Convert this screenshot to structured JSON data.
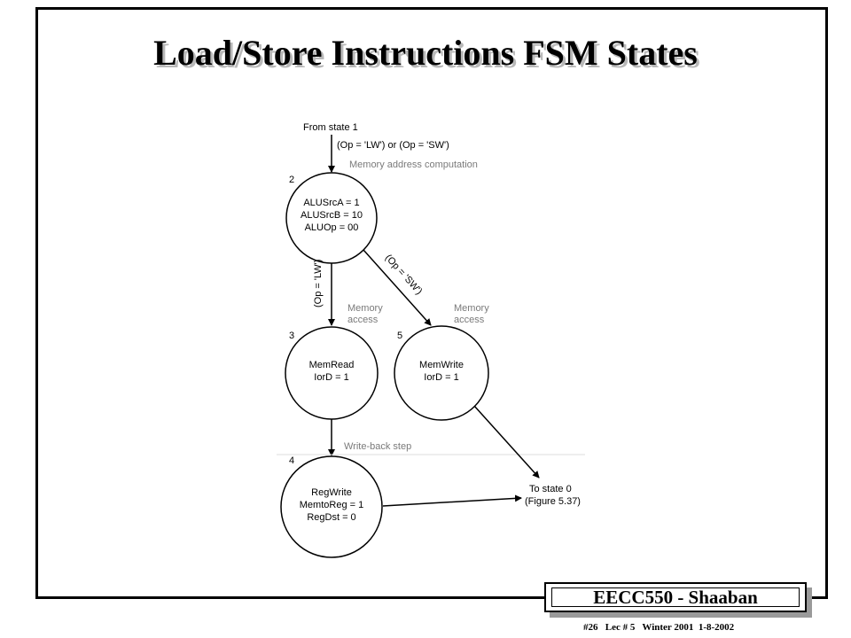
{
  "slide": {
    "title": "Load/Store Instructions FSM States",
    "badge": "EECC550  - Shaaban",
    "footer": "#26   Lec # 5   Winter 2001  1-8-2002"
  },
  "diagram": {
    "entry": {
      "from_label": "From state 1",
      "condition": "(Op = 'LW') or (Op = 'SW')",
      "note": "Memory address computation"
    },
    "states": [
      {
        "number": "2",
        "lines": [
          "ALUSrcA = 1",
          "ALUSrcB = 10",
          "ALUOp = 00"
        ]
      },
      {
        "number": "3",
        "lines": [
          "MemRead",
          "IorD = 1"
        ]
      },
      {
        "number": "5",
        "lines": [
          "MemWrite",
          "IorD = 1"
        ]
      },
      {
        "number": "4",
        "lines": [
          "RegWrite",
          "MemtoReg = 1",
          "RegDst = 0"
        ]
      }
    ],
    "edge_labels": {
      "lw": "(Op = 'LW')",
      "sw": "(Op = 'SW')"
    },
    "notes": {
      "mem_access_left_1": "Memory",
      "mem_access_left_2": "access",
      "mem_access_right_1": "Memory",
      "mem_access_right_2": "access",
      "write_back": "Write-back step"
    },
    "exit": {
      "line1": "To state 0",
      "line2": "(Figure 5.37)"
    }
  }
}
